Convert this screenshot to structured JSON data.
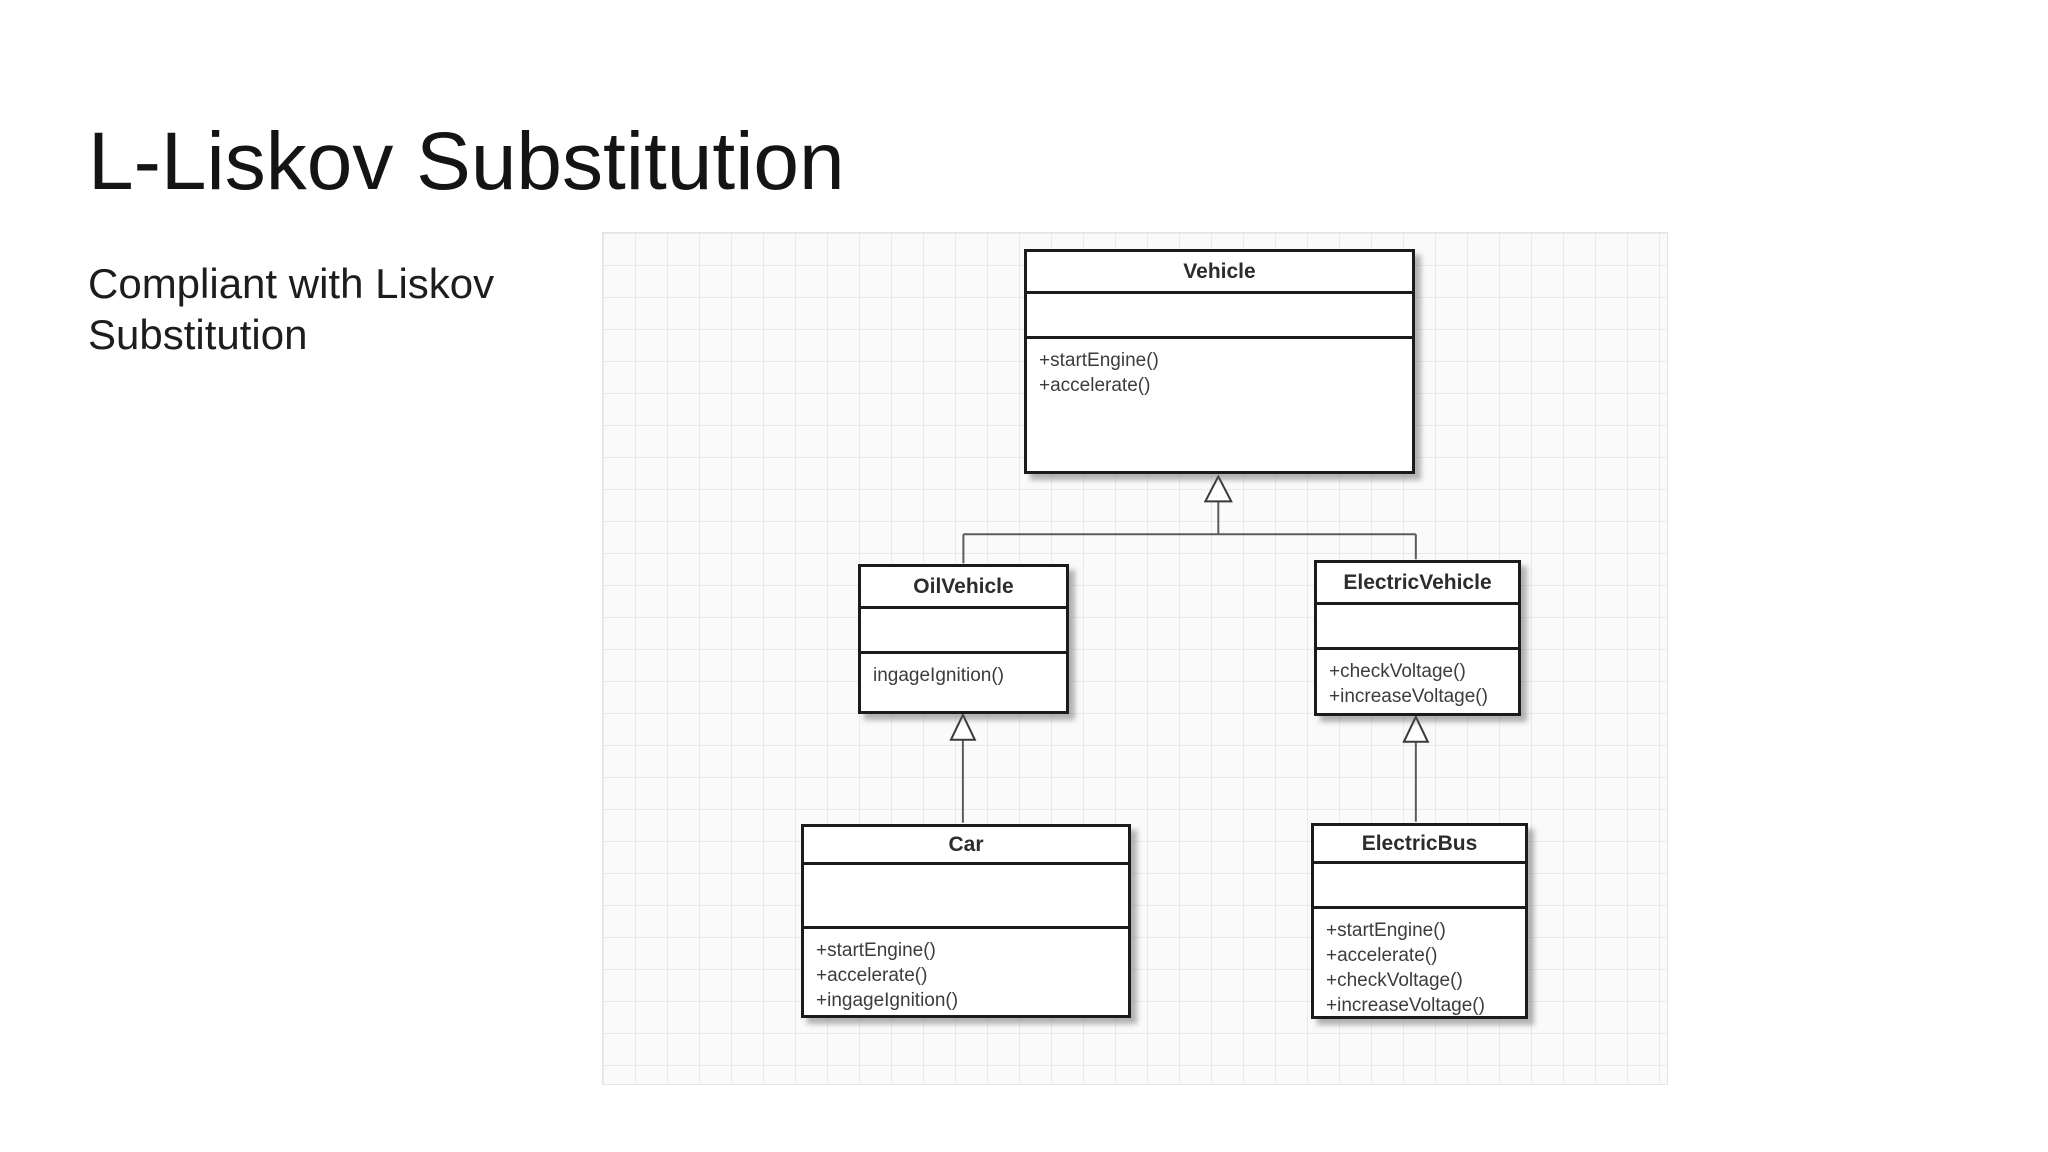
{
  "slide": {
    "title": "L-Liskov Substitution",
    "subtitle": "Compliant with Liskov Substitution"
  },
  "diagram": {
    "type": "uml-class-diagram",
    "classes": [
      {
        "name": "Vehicle",
        "attributes": [],
        "methods": [
          "+startEngine()",
          "+accelerate()"
        ]
      },
      {
        "name": "OilVehicle",
        "attributes": [],
        "methods": [
          "ingageIgnition()"
        ]
      },
      {
        "name": "ElectricVehicle",
        "attributes": [],
        "methods": [
          "+checkVoltage()",
          "+increaseVoltage()"
        ]
      },
      {
        "name": "Car",
        "attributes": [],
        "methods": [
          "+startEngine()",
          "+accelerate()",
          "+ingageIgnition()"
        ]
      },
      {
        "name": "ElectricBus",
        "attributes": [],
        "methods": [
          "+startEngine()",
          "+accelerate()",
          "+checkVoltage()",
          "+increaseVoltage()"
        ]
      }
    ],
    "relationships": [
      {
        "from": "OilVehicle",
        "to": "Vehicle",
        "type": "inheritance"
      },
      {
        "from": "ElectricVehicle",
        "to": "Vehicle",
        "type": "inheritance"
      },
      {
        "from": "Car",
        "to": "OilVehicle",
        "type": "inheritance"
      },
      {
        "from": "ElectricBus",
        "to": "ElectricVehicle",
        "type": "inheritance"
      }
    ],
    "colors": {
      "box_border": "#1b1b1b",
      "box_background": "#ffffff",
      "box_text": "#3c3c3c",
      "connector": "#5c5c5c",
      "grid_background": "#fafafb",
      "grid_line": "#dcdce4",
      "title_text": "#141414"
    }
  }
}
